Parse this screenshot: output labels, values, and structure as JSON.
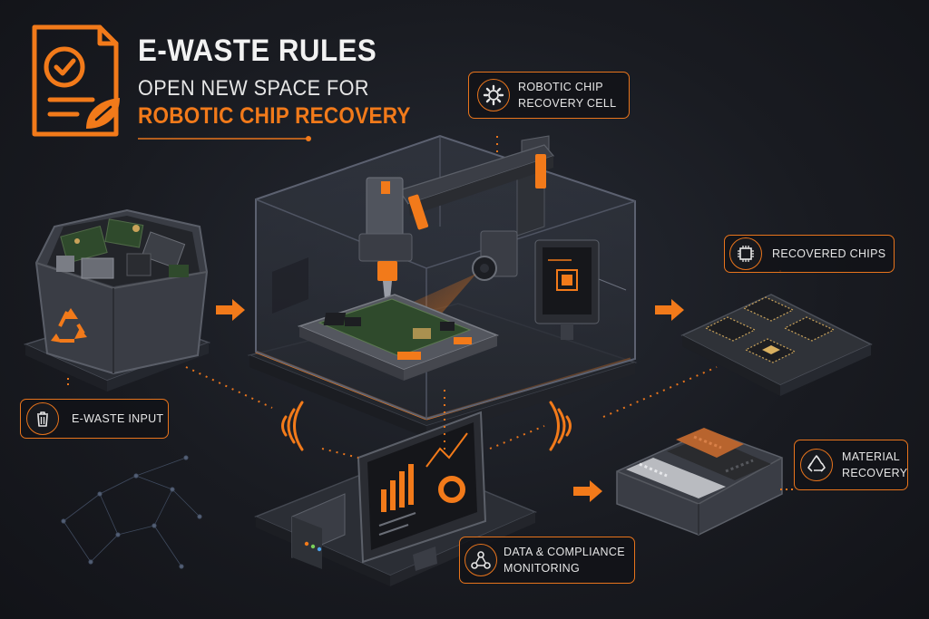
{
  "header": {
    "title_line1": "E-WASTE RULES",
    "title_line2": "OPEN NEW SPACE FOR",
    "title_line3": "ROBOTIC CHIP RECOVERY"
  },
  "callouts": {
    "robotic_cell": {
      "line1": "ROBOTIC CHIP",
      "line2": "RECOVERY CELL",
      "icon": "gear-icon"
    },
    "recovered_chips": {
      "label": "RECOVERED CHIPS",
      "icon": "chip-icon"
    },
    "ewaste_input": {
      "label": "E-WASTE INPUT",
      "icon": "trash-icon"
    },
    "material_recovery": {
      "line1": "MATERIAL",
      "line2": "RECOVERY",
      "icon": "recycle-icon"
    },
    "data_monitoring": {
      "line1": "DATA & COMPLIANCE",
      "line2": "MONITORING",
      "icon": "network-icon"
    }
  },
  "colors": {
    "accent": "#f27a1a",
    "background": "#15171c",
    "panel": "#3a3d45",
    "chip": "#1d1e22",
    "pcb": "#2f4a2c"
  }
}
